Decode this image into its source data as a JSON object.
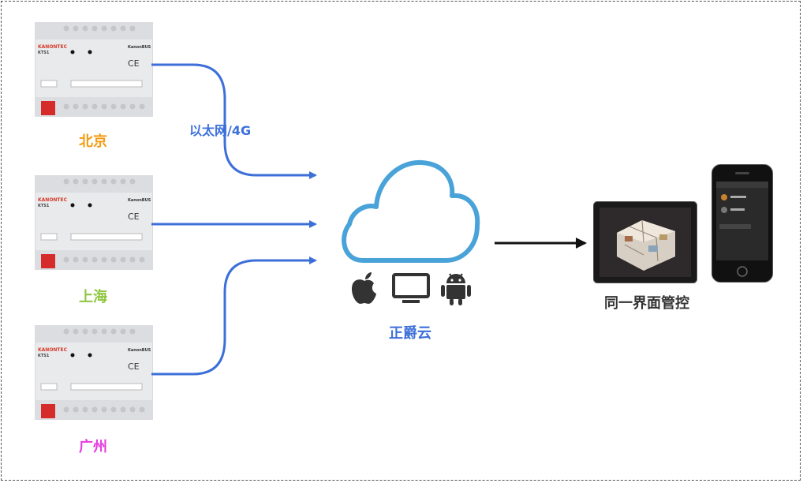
{
  "network_label": "以太网/4G",
  "cloud_label": "正爵云",
  "right_label": "同一界面管控",
  "devices": [
    {
      "brand": "KANONTEC",
      "model": "KTS1",
      "bus": "KanonBUS",
      "city": "北京",
      "city_color": "#f39c12"
    },
    {
      "brand": "KANONTEC",
      "model": "KTS1",
      "bus": "KanonBUS",
      "city": "上海",
      "city_color": "#8dc63f"
    },
    {
      "brand": "KANONTEC",
      "model": "KTS1",
      "bus": "KanonBUS",
      "city": "广州",
      "city_color": "#e53be0"
    }
  ],
  "colors": {
    "wire": "#3d6fd9",
    "cloud": "#4aa3d8",
    "arrow": "#111111"
  },
  "icons": [
    "apple-icon",
    "monitor-icon",
    "android-icon"
  ]
}
